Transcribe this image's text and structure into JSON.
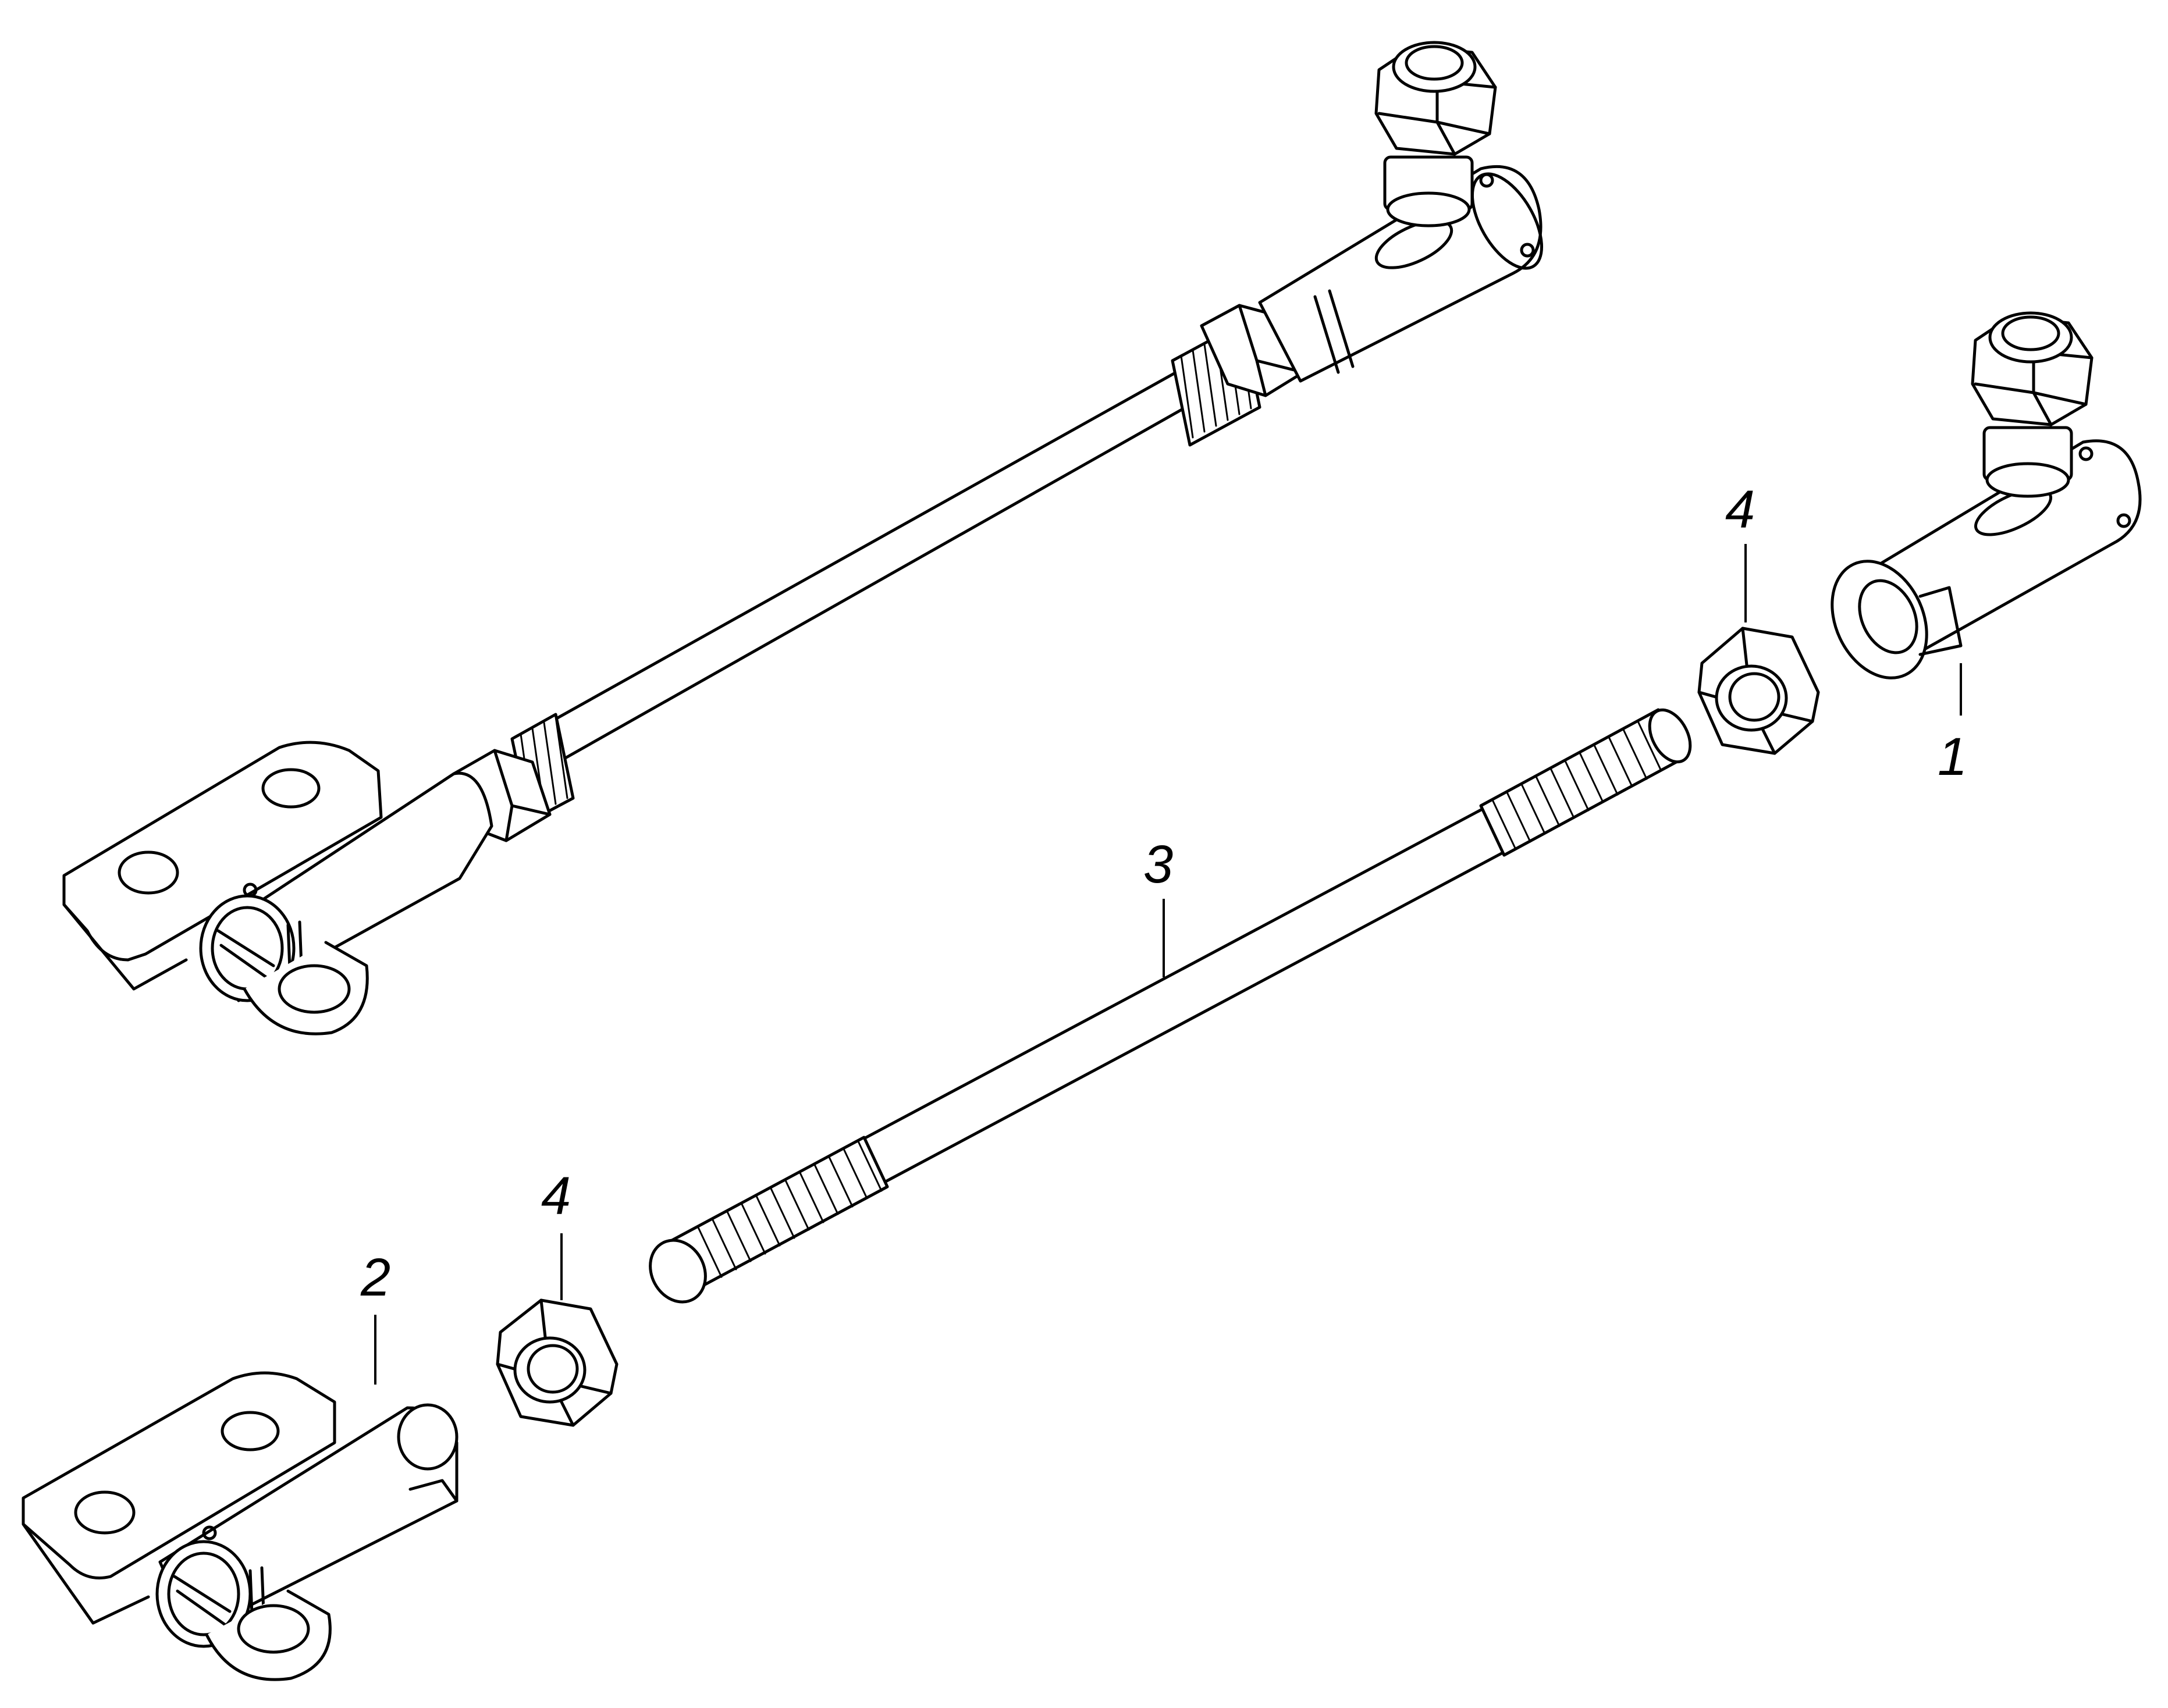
{
  "callouts": [
    {
      "id": "1",
      "label": "1"
    },
    {
      "id": "2",
      "label": "2"
    },
    {
      "id": "3",
      "label": "3"
    },
    {
      "id": "4a",
      "label": "4"
    },
    {
      "id": "4b",
      "label": "4"
    }
  ],
  "colors": {
    "line": "#000000",
    "background": "#ffffff"
  }
}
